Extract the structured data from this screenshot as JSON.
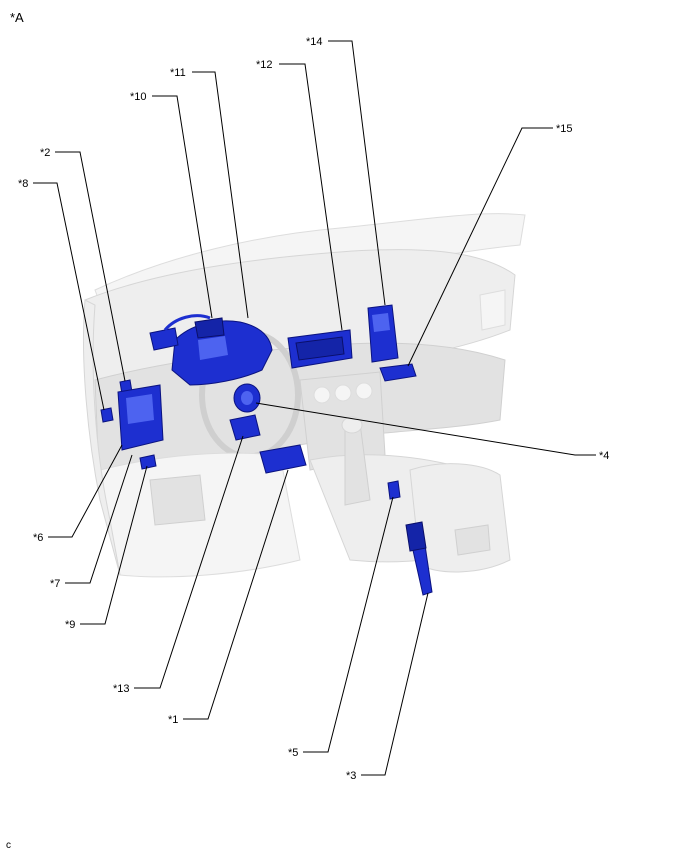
{
  "view_label": "*A",
  "corner_label": "c",
  "callouts": [
    {
      "id": "1",
      "text": "*1"
    },
    {
      "id": "2",
      "text": "*2"
    },
    {
      "id": "3",
      "text": "*3"
    },
    {
      "id": "4",
      "text": "*4"
    },
    {
      "id": "5",
      "text": "*5"
    },
    {
      "id": "6",
      "text": "*6"
    },
    {
      "id": "7",
      "text": "*7"
    },
    {
      "id": "8",
      "text": "*8"
    },
    {
      "id": "9",
      "text": "*9"
    },
    {
      "id": "10",
      "text": "*10"
    },
    {
      "id": "11",
      "text": "*11"
    },
    {
      "id": "12",
      "text": "*12"
    },
    {
      "id": "13",
      "text": "*13"
    },
    {
      "id": "14",
      "text": "*14"
    },
    {
      "id": "15",
      "text": "*15"
    }
  ],
  "colors": {
    "highlight_part": "#1d2fd0",
    "vehicle_ghost": "#eeeeee",
    "leader_line": "#000000"
  }
}
